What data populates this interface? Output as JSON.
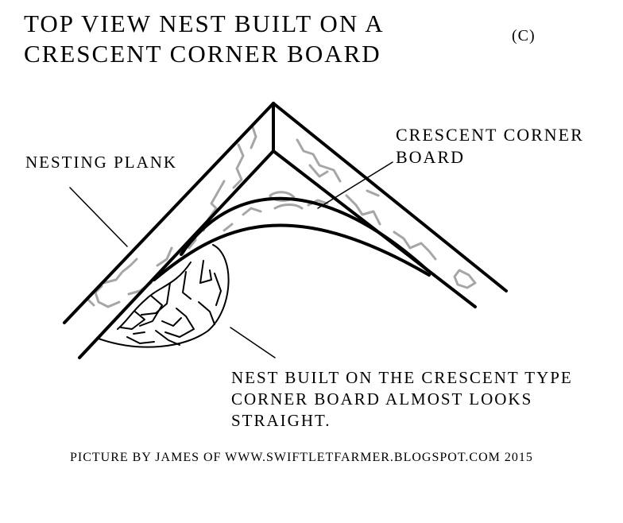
{
  "title": {
    "line1": "TOP VIEW NEST BUILT ON A",
    "line2": "CRESCENT CORNER BOARD",
    "version": "(C)"
  },
  "labels": {
    "nesting_plank": "NESTING PLANK",
    "corner_board_line1": "CRESCENT CORNER",
    "corner_board_line2": "BOARD"
  },
  "caption": {
    "line1": "NEST BUILT ON THE CRESCENT TYPE",
    "line2": "CORNER BOARD ALMOST LOOKS",
    "line3": "STRAIGHT."
  },
  "credit": "PICTURE BY JAMES OF WWW.SWIFTLETFARMER.BLOGSPOT.COM 2015",
  "colors": {
    "ink": "#000000",
    "wood_grain": "#a6a6a6",
    "background": "#ffffff"
  }
}
